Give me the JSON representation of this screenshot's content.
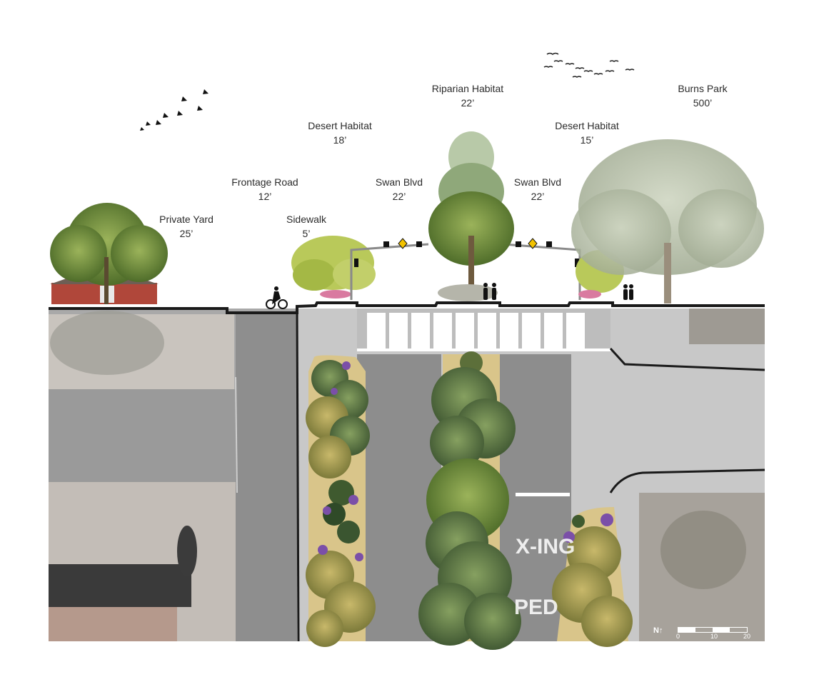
{
  "labels": {
    "private_yard": {
      "name": "Private Yard",
      "width": "25’"
    },
    "frontage_road": {
      "name": "Frontage Road",
      "width": "12’"
    },
    "sidewalk": {
      "name": "Sidewalk",
      "width": "5’"
    },
    "desert_habitat_west": {
      "name": "Desert Habitat",
      "width": "18’"
    },
    "swan_blvd_west": {
      "name": "Swan Blvd",
      "width": "22’"
    },
    "riparian_habitat": {
      "name": "Riparian Habitat",
      "width": "22’"
    },
    "swan_blvd_east": {
      "name": "Swan Blvd",
      "width": "22’"
    },
    "desert_habitat_east": {
      "name": "Desert Habitat",
      "width": "15’"
    },
    "burns_park": {
      "name": "Burns Park",
      "width": "500’"
    }
  },
  "road_markings": {
    "xing": "X-ING",
    "ped": "PED"
  },
  "scale_bar": {
    "north": "N↑",
    "ticks": [
      "0",
      "10",
      "20"
    ]
  },
  "colors": {
    "asphalt": "#8c8c8c",
    "sidewalk": "#cfcfcf",
    "planting_bed": "#d9c58a",
    "tree_green": "#6f8c3a",
    "tree_olive": "#8c8a45",
    "flower_purple": "#7b4fa8",
    "section_line": "#1a1a1a"
  }
}
